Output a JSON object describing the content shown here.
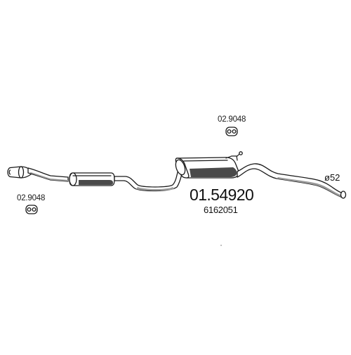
{
  "diagram": {
    "main_part_number": "01.54920",
    "oem_number": "6162051",
    "pipe_diameter": "ø52",
    "hanger_labels": [
      "02.9048",
      "02.9048"
    ]
  },
  "colors": {
    "line": "#1a1a1a",
    "shade": "#4a4a4a",
    "background": "#ffffff"
  }
}
